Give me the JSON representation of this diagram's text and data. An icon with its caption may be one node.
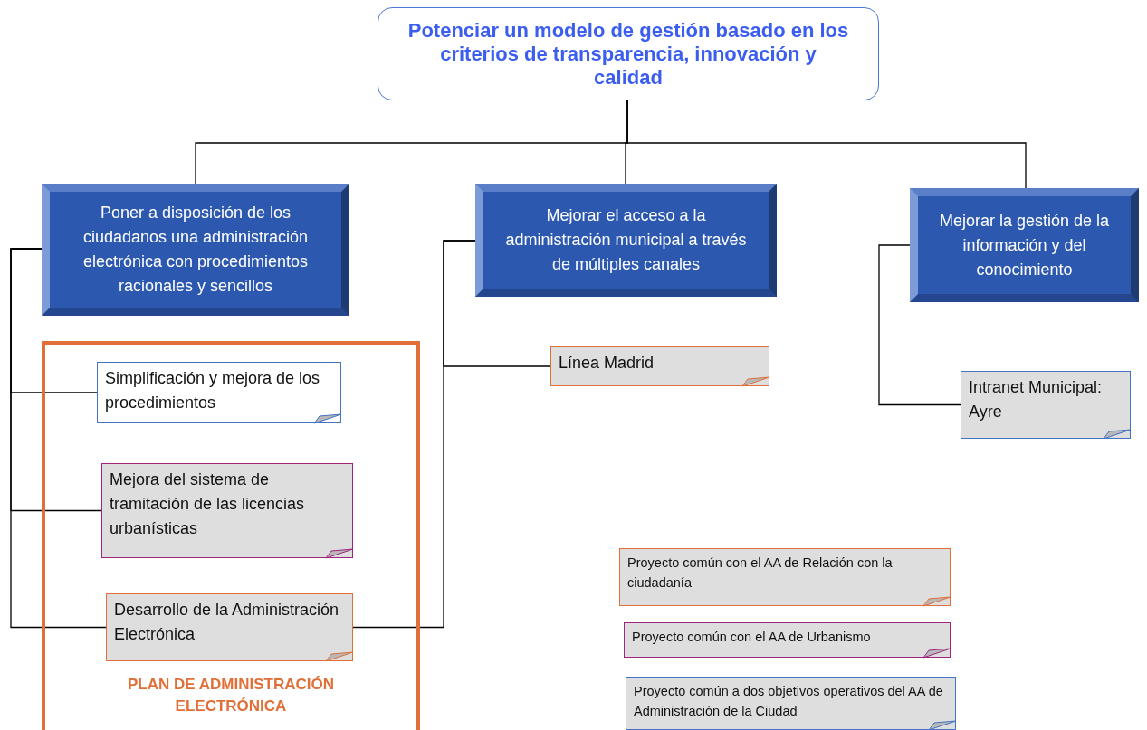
{
  "diagram": {
    "nodes": [
      {
        "text": [
          "Potenciar un modelo de gestión basado en los criterios de transparencia,  innovación y calidad"
        ]
      },
      {
        "text": [
          "Poner a disposición de los ciudadanos una administración electrónica con procedimientos racionales y sencillos"
        ]
      },
      {
        "text": [
          "Mejorar el acceso a la administración municipal a través de múltiples canales"
        ]
      },
      {
        "text": [
          "Mejorar la gestión de la información y del conocimiento"
        ]
      },
      {
        "text": [
          "PLAN DE ADMINISTRACIÓN ELECTRÓNICA"
        ]
      },
      {
        "text": [
          "Simplificación y mejora de los procedimientos"
        ],
        "in": 4
      },
      {
        "text": [
          "Mejora del sistema  de tramitación de las licencias urbanísticas"
        ],
        "in": 4
      },
      {
        "text": [
          "Desarrollo de la Administración Electrónica"
        ],
        "in": 4
      },
      {
        "text": [
          "Línea Madrid"
        ]
      },
      {
        "text": [
          "Intranet Municipal: Ayre"
        ]
      }
    ],
    "edges": [
      {
        "from": 0,
        "to": 1,
        "arrow": "none"
      },
      {
        "from": 0,
        "to": 2,
        "arrow": "none"
      },
      {
        "from": 0,
        "to": 3,
        "arrow": "none"
      },
      {
        "from": 1,
        "to": 5,
        "arrow": "none"
      },
      {
        "from": 1,
        "to": 6,
        "arrow": "none"
      },
      {
        "from": 1,
        "to": 7,
        "arrow": "none"
      },
      {
        "from": 2,
        "to": 8,
        "arrow": "none"
      },
      {
        "from": 2,
        "to": 7,
        "arrow": "none"
      },
      {
        "from": 3,
        "to": 9,
        "arrow": "none"
      }
    ],
    "legend": [
      {
        "text": "Proyecto común con el AA de Relación con la ciudadanía",
        "color": "#e07038"
      },
      {
        "text": "Proyecto común con el AA de Urbanismo",
        "color": "#a0237e"
      },
      {
        "text": "Proyecto común a dos objetivos operativos del AA de Administración de la Ciudad",
        "color": "#4472c4"
      }
    ]
  }
}
